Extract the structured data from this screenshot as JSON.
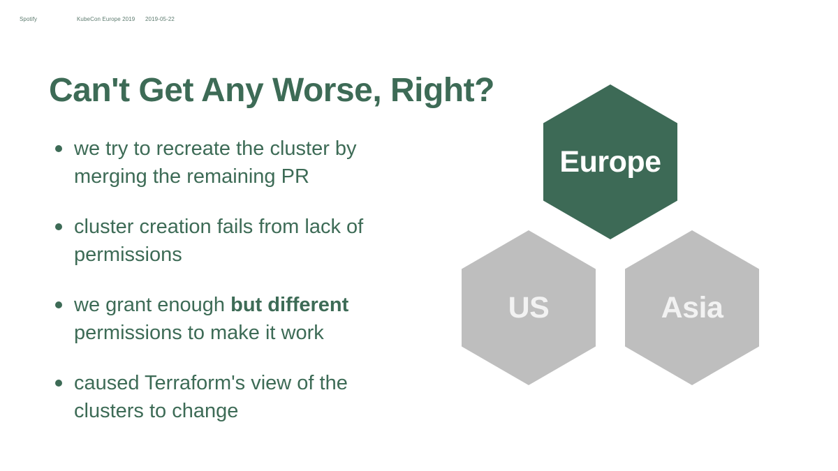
{
  "header": {
    "brand": "Spotify",
    "event": "KubeCon Europe 2019",
    "date": "2019-05-22"
  },
  "slide": {
    "title": "Can't Get Any Worse, Right?",
    "bullets": [
      {
        "pre": "we try to recreate the cluster by merging the remaining PR",
        "bold": "",
        "post": ""
      },
      {
        "pre": "cluster creation fails from lack of permissions",
        "bold": "",
        "post": ""
      },
      {
        "pre": "we grant enough ",
        "bold": "but different",
        "post": " permissions to make it work"
      },
      {
        "pre": "caused Terraform's view of the clusters to change",
        "bold": "",
        "post": ""
      }
    ]
  },
  "diagram": {
    "hexagons": [
      {
        "label": "Europe",
        "state": "highlighted"
      },
      {
        "label": "US",
        "state": "inactive"
      },
      {
        "label": "Asia",
        "state": "inactive"
      }
    ]
  },
  "colors": {
    "accent_green": "#3d6b56",
    "hexagon_green": "#3d6a56",
    "inactive_gray": "#bebebe",
    "hex_label_white": "#ffffff",
    "hex_label_offwhite": "#f2f2f2",
    "background": "#ffffff"
  }
}
